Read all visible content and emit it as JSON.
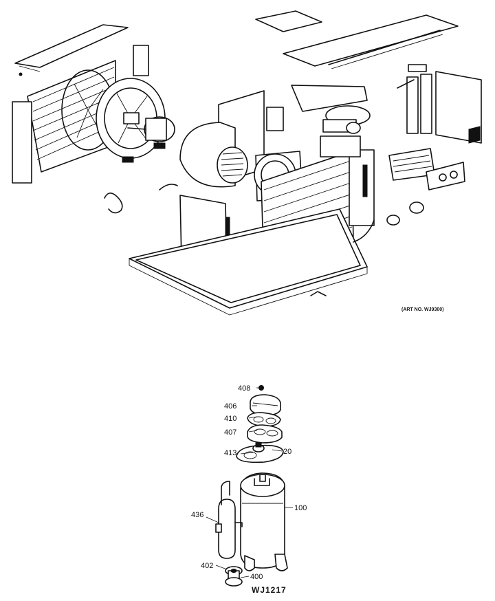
{
  "upper_assembly": {
    "art_number": "(ART NO. WJ9300)"
  },
  "compressor_assembly": {
    "callouts": [
      {
        "id": "c408",
        "text": "408"
      },
      {
        "id": "c406",
        "text": "406"
      },
      {
        "id": "c410",
        "text": "410"
      },
      {
        "id": "c407",
        "text": "407"
      },
      {
        "id": "c413",
        "text": "413"
      },
      {
        "id": "c20",
        "text": "20"
      },
      {
        "id": "c100",
        "text": "100"
      },
      {
        "id": "c436",
        "text": "436"
      },
      {
        "id": "c402",
        "text": "402"
      },
      {
        "id": "c400",
        "text": "400"
      }
    ],
    "figure_code": "WJ1217"
  }
}
